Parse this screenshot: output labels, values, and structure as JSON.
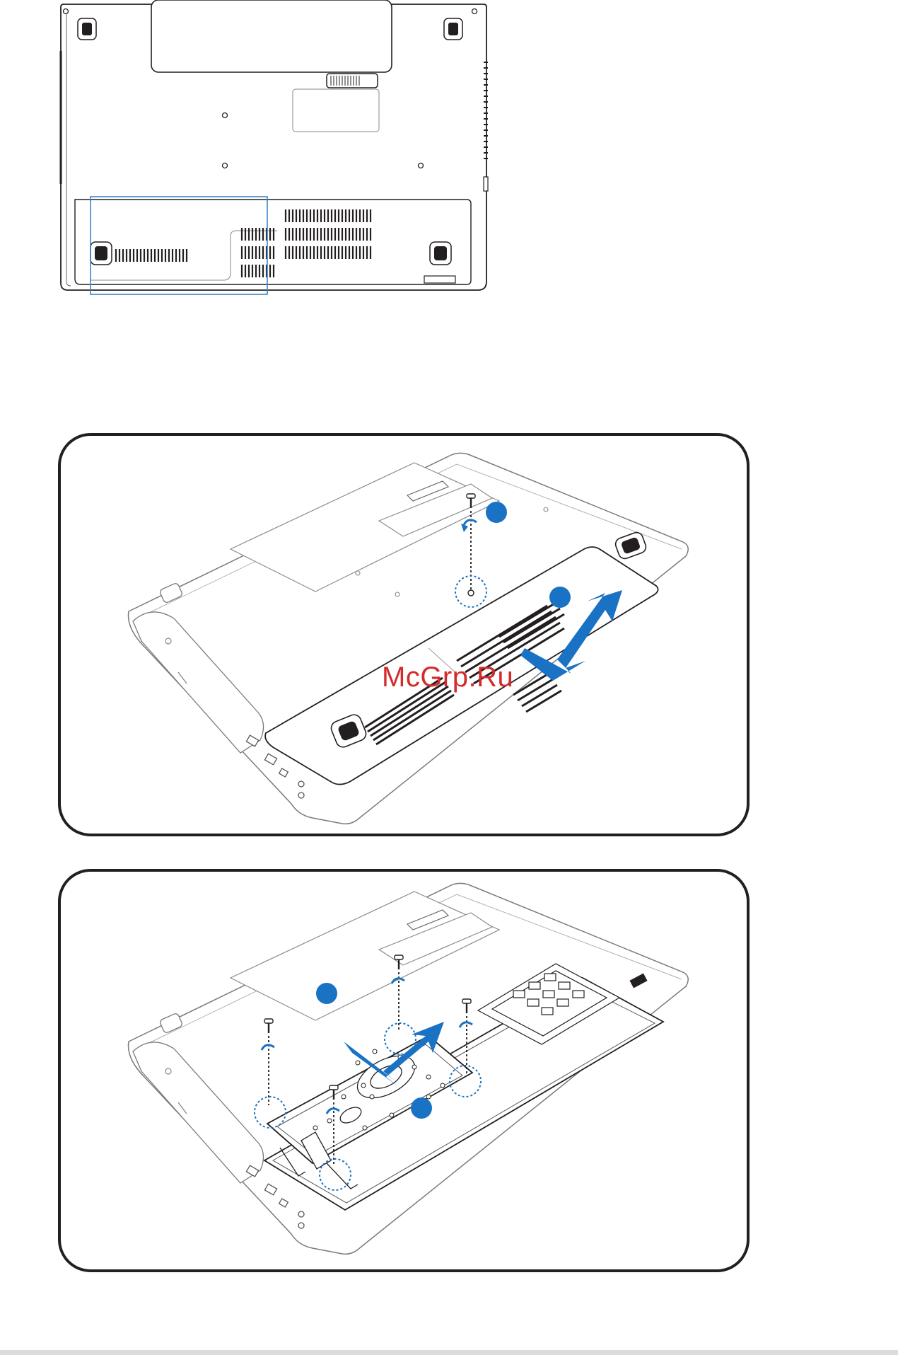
{
  "watermark": {
    "text": "McGrp.Ru"
  },
  "colors": {
    "outline": "#231f20",
    "line": "#7a7a7a",
    "accent": "#1a72c4",
    "highlight_box": "#3b86c8",
    "watermark": "#d42a2a"
  },
  "figures": [
    {
      "view": "laptop-bottom-top-view",
      "highlight": "hard-disk-compartment"
    },
    {
      "view": "remove-compartment-cover",
      "steps_marked": 2
    },
    {
      "view": "remove-hard-disk-screws",
      "steps_marked": 2
    }
  ]
}
